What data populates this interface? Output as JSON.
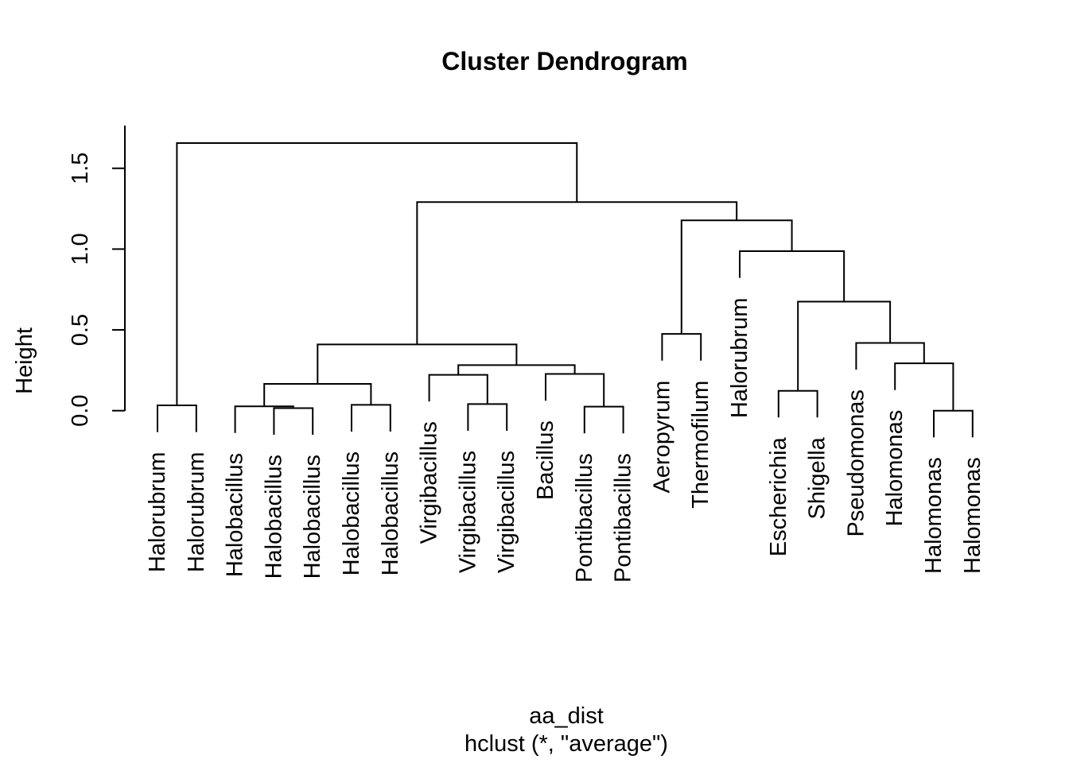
{
  "title": "Cluster Dendrogram",
  "y_axis": {
    "label": "Height",
    "ticks": [
      "0.0",
      "0.5",
      "1.0",
      "1.5"
    ],
    "tick_values": [
      0.0,
      0.5,
      1.0,
      1.5
    ]
  },
  "caption": {
    "line1": "aa_dist",
    "line2": "hclust (*, \"average\")"
  },
  "colors": {
    "line": "#000000",
    "text": "#000000",
    "background": "#ffffff"
  },
  "chart_data": {
    "type": "dendrogram",
    "title": "Cluster Dendrogram",
    "ylabel": "Height",
    "xlabel_lines": [
      "aa_dist",
      "hclust (*, \"average\")"
    ],
    "linkage_method": "average",
    "distance_object": "aa_dist",
    "ylim": [
      0.0,
      1.66
    ],
    "hang": 0.1,
    "grid": false,
    "leaves": [
      "Halorubrum",
      "Halorubrum",
      "Halobacillus",
      "Halobacillus",
      "Halobacillus",
      "Halobacillus",
      "Halobacillus",
      "Virgibacillus",
      "Virgibacillus",
      "Virgibacillus",
      "Bacillus",
      "Pontibacillus",
      "Pontibacillus",
      "Aeropyrum",
      "Thermofilum",
      "Halorubrum",
      "Escherichia",
      "Shigella",
      "Pseudomonas",
      "Halomonas",
      "Halomonas",
      "Halomonas"
    ],
    "merges_note": "R-style merge matrix: negative = leaf index (1-based), positive = earlier merge row (1-based); third value = merge height",
    "merges": [
      [
        -1,
        -2,
        0.033
      ],
      [
        -4,
        -5,
        0.016
      ],
      [
        -3,
        2,
        0.027
      ],
      [
        -6,
        -7,
        0.036
      ],
      [
        3,
        4,
        0.166
      ],
      [
        -9,
        -10,
        0.041
      ],
      [
        -8,
        6,
        0.222
      ],
      [
        -12,
        -13,
        0.025
      ],
      [
        -11,
        8,
        0.227
      ],
      [
        7,
        9,
        0.282
      ],
      [
        5,
        10,
        0.41
      ],
      [
        -14,
        -15,
        0.475
      ],
      [
        -17,
        -18,
        0.123
      ],
      [
        -21,
        -22,
        0.0
      ],
      [
        -20,
        14,
        0.293
      ],
      [
        -19,
        15,
        0.419
      ],
      [
        13,
        16,
        0.675
      ],
      [
        -16,
        17,
        0.987
      ],
      [
        12,
        18,
        1.178
      ],
      [
        11,
        19,
        1.291
      ],
      [
        1,
        20,
        1.656
      ]
    ]
  }
}
